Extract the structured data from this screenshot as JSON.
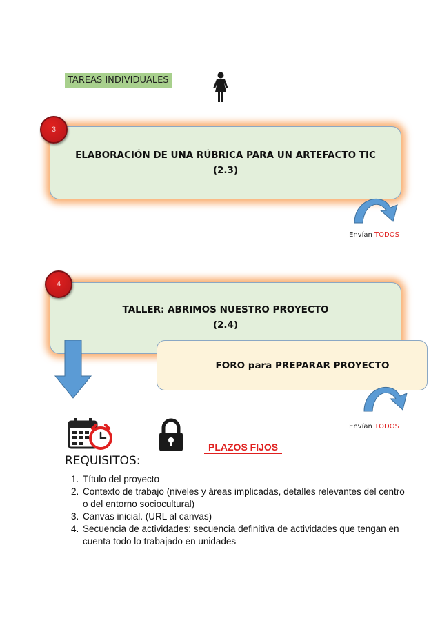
{
  "section_label": "TAREAS INDIVIDUALES",
  "tasks": [
    {
      "number": "3",
      "title": "ELABORACIÓN DE UNA RÚBRICA PARA UN ARTEFACTO TIC",
      "code": "(2.3)"
    },
    {
      "number": "4",
      "title": "TALLER: ABRIMOS NUESTRO PROYECTO",
      "code": "(2.4)"
    }
  ],
  "foro": {
    "label": "FORO para PREPARAR PROYECTO"
  },
  "envian": [
    {
      "prefix": "Envían",
      "highlight": "TODOS"
    },
    {
      "prefix": "Envían",
      "highlight": "TODOS"
    }
  ],
  "plazos": "PLAZOS FIJOS",
  "requisitos": {
    "title": "REQUISITOS:",
    "items": [
      "Título del proyecto",
      "Contexto de trabajo (niveles y áreas implicadas, detalles relevantes del centro o del entorno sociocultural)",
      "Canvas inicial. (URL al canvas)",
      "Secuencia de actividades: secuencia definitiva de actividades que tengan en cuenta todo lo trabajado en unidades"
    ]
  },
  "colors": {
    "label_bg": "#a8d08d",
    "card_bg": "#e3efdb",
    "card_glow": "#f79646",
    "foro_bg": "#fdf3da",
    "badge": "#d41c1e",
    "accent_red": "#e0201f",
    "arrow_blue": "#5b9bd5"
  },
  "icons": [
    "person-icon",
    "curved-arrow-icon",
    "down-arrow-icon",
    "calendar-alarm-icon",
    "lock-icon"
  ]
}
